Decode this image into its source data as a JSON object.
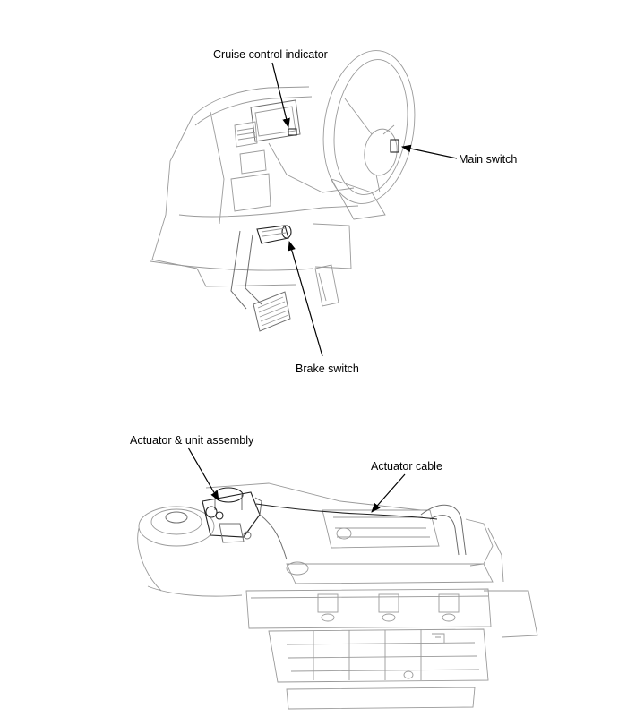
{
  "labels": {
    "cruise_indicator": "Cruise control indicator",
    "main_switch": "Main switch",
    "brake_switch": "Brake switch",
    "actuator_unit": "Actuator & unit assembly",
    "actuator_cable": "Actuator cable"
  },
  "colors": {
    "line": "#000000",
    "drawing": "#9a9a9a"
  }
}
